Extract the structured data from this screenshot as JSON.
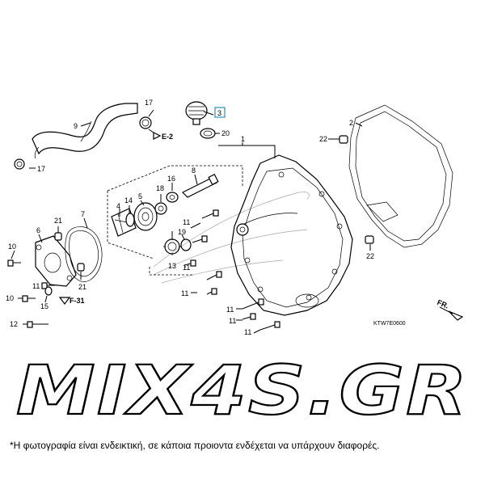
{
  "diagram": {
    "part_labels": {
      "p1": "1",
      "p2": "2",
      "p3": "3",
      "p4": "4",
      "p5": "5",
      "p6": "6",
      "p7": "7",
      "p8": "8",
      "p9": "9",
      "p10a": "10",
      "p10b": "10",
      "p11a": "11",
      "p11b": "11",
      "p11c": "11",
      "p11d": "11",
      "p11e": "11",
      "p11f": "11",
      "p11g": "11",
      "p12": "12",
      "p13": "13",
      "p14": "14",
      "p15": "15",
      "p16": "16",
      "p17a": "17",
      "p17b": "17",
      "p18": "18",
      "p19": "19",
      "p20": "20",
      "p21a": "21",
      "p21b": "21",
      "p22a": "22",
      "p22b": "22"
    },
    "references": {
      "e2": "E-2",
      "f31": "F-31",
      "front": "FR."
    },
    "drawing_code": "KTW7E0600"
  },
  "brand": {
    "text": "MIX4S.GR"
  },
  "disclaimer": "*Η φωτογραφία είναι ενδεικτική, σε κάποια προιοντα ενδέχεται να υπάρχουν διαφορές."
}
